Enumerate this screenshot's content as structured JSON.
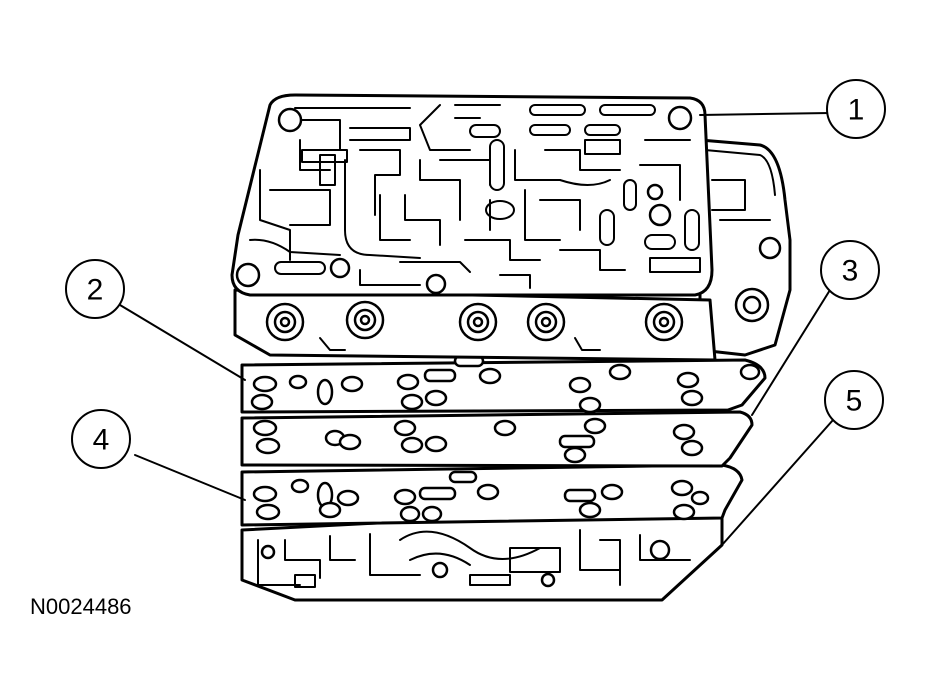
{
  "figure_id": "N0024486",
  "callouts": [
    {
      "label": "1"
    },
    {
      "label": "2"
    },
    {
      "label": "3"
    },
    {
      "label": "4"
    },
    {
      "label": "5"
    }
  ]
}
